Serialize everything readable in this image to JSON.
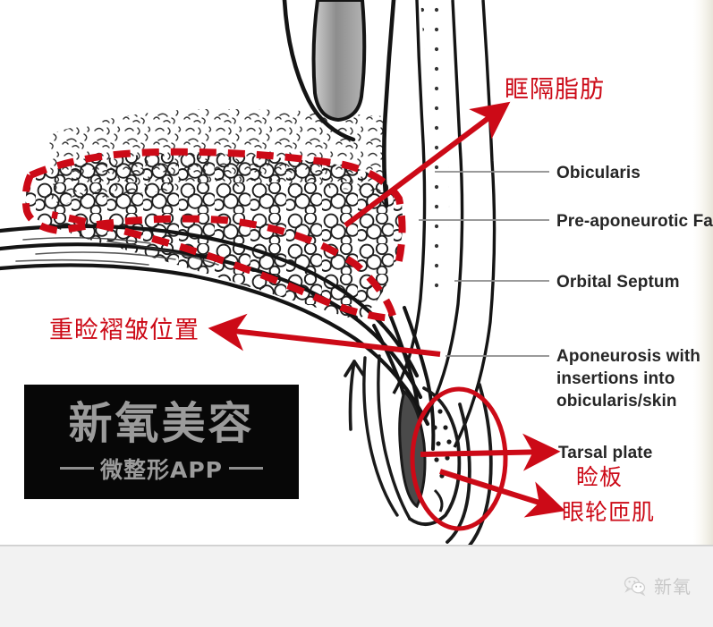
{
  "image": {
    "kind": "eyelid-anatomy-sagittal-diagram",
    "background": "#ffffff",
    "footer_background": "#f2f2f2"
  },
  "colors": {
    "annotation_red": "#cc0a17",
    "ink_black": "#1a1a1a",
    "leader_gray": "#8c8c8c",
    "watermark_box": "#070707",
    "watermark_text": "#9b9b9b",
    "footer_watermark_text": "#c8c8c8"
  },
  "english_labels": [
    {
      "id": "obicularis",
      "text": "Obicularis"
    },
    {
      "id": "pre-aponeurotic",
      "text": "Pre-aponeurotic Fa"
    },
    {
      "id": "orbital-septum",
      "text": "Orbital Septum"
    },
    {
      "id": "aponeurosis-l1",
      "text": "Aponeurosis with"
    },
    {
      "id": "aponeurosis-l2",
      "text": "insertions into"
    },
    {
      "id": "aponeurosis-l3",
      "text": "obicularis/skin"
    },
    {
      "id": "tarsal-plate",
      "text": "Tarsal plate"
    }
  ],
  "chinese_labels": [
    {
      "id": "orbital-septal-fat",
      "text": "眶隔脂肪"
    },
    {
      "id": "eyelid-crease",
      "text": "重睑褶皱位置"
    },
    {
      "id": "tarsal-plate-cn",
      "text": "睑板"
    },
    {
      "id": "orbicularis-cn",
      "text": "眼轮匝肌"
    }
  ],
  "watermark": {
    "main": "新氧美容",
    "sub": "微整形APP"
  },
  "footer_watermark": {
    "text": "新氧",
    "icon": "wechat-bubble-icon"
  }
}
